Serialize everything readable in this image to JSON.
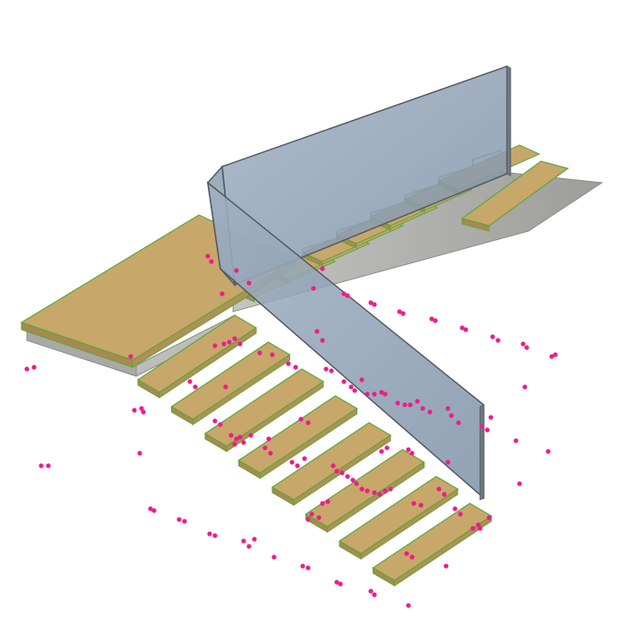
{
  "scene": {
    "description_visible_text": "",
    "colors": {
      "background": "#ffffff",
      "wood_top": "#c8a76a",
      "wood_front": "#a9894f",
      "wood_edge_green": "#5aa83c",
      "concrete": "#b8b8b4",
      "concrete_dark": "#9e9e9a",
      "glass_fill": "#8a9cb0",
      "glass_stroke": "#555a60",
      "markers": "#ee1c8c"
    },
    "objects": {
      "landing": "landing-slab",
      "lower_flight_treads": 8,
      "upper_flight_treads": 7,
      "glass_panel": "glass-balustrade"
    },
    "markers": {
      "color_name": "magenta",
      "count_estimate": 160
    }
  }
}
